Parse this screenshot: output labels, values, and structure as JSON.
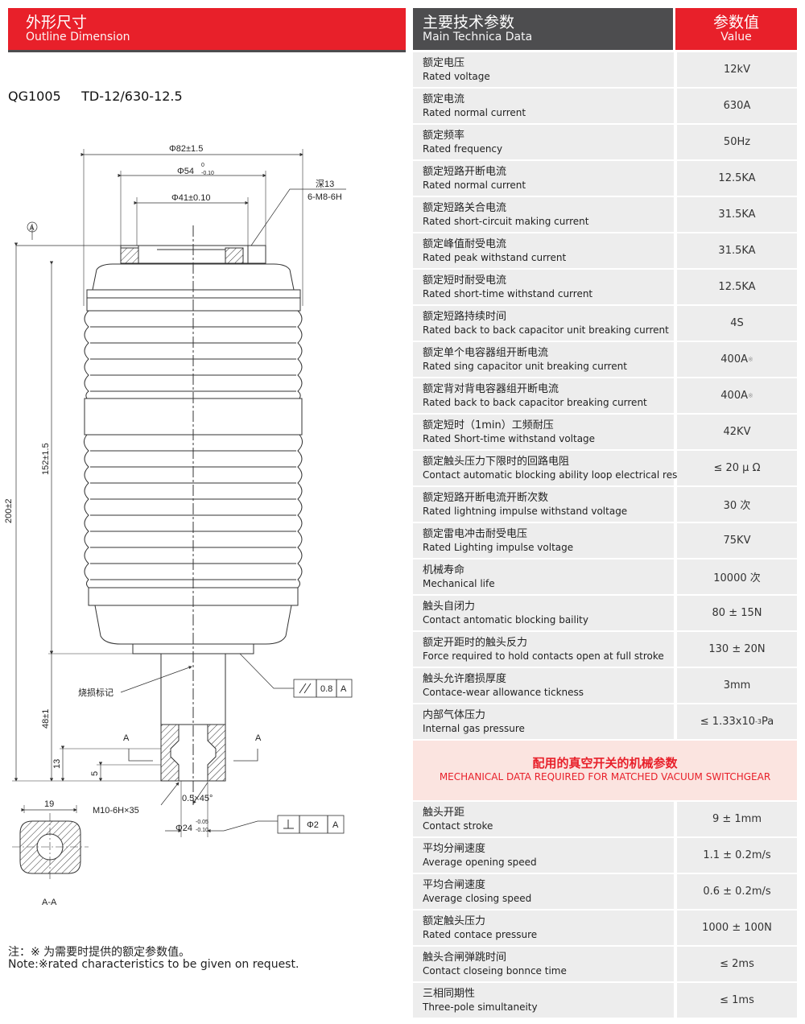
{
  "header_left": {
    "cn": "外形尺寸",
    "en": "Outline Dimension"
  },
  "header_main": {
    "cn": "主要技术参数",
    "en": "Main Technica Data"
  },
  "header_value": {
    "cn": "参数值",
    "en": "Value"
  },
  "model": "QG1005     TD-12/630-12.5",
  "drawing": {
    "d82": "Φ82±1.5",
    "d54": "Φ54",
    "d54_tol_up": "0",
    "d54_tol_down": "-0.10",
    "d41": "Φ41±0.10",
    "depth": "深13",
    "thread_top": "6-M8-6H",
    "datum": "A",
    "h200": "200±2",
    "h152": "152±1.5",
    "h48": "48±1",
    "h13": "13",
    "h5": "5",
    "wear_mark": "烧损标记",
    "parallel_value": "0.8",
    "parallel_datum": "A",
    "section_a": "A",
    "chamfer": "0.5×45°",
    "thread_bottom": "M10-6H×35",
    "d24": "Φ24",
    "d24_tol_up": "-0.05",
    "d24_tol_down": "-0.10",
    "perp_value": "Φ2",
    "perp_datum": "A",
    "w19": "19",
    "section_label": "A-A"
  },
  "note_cn": "注：※ 为需要时提供的额定参数值。",
  "note_en": "Note:※rated characteristics to be given on request.",
  "params": [
    {
      "cn": "额定电压",
      "en": "Rated voltage",
      "value": "12kV"
    },
    {
      "cn": "额定电流",
      "en": "Rated normal current",
      "value": "630A"
    },
    {
      "cn": "额定频率",
      "en": "Rated frequency",
      "value": "50Hz"
    },
    {
      "cn": "额定短路开断电流",
      "en": "Rated normal current",
      "value": "12.5KA"
    },
    {
      "cn": "额定短路关合电流",
      "en": "Rated short-circuit making current",
      "value": "31.5KA"
    },
    {
      "cn": "额定峰值耐受电流",
      "en": "Rated peak withstand current",
      "value": "31.5KA"
    },
    {
      "cn": "额定短时耐受电流",
      "en": "Rated short-time withstand current",
      "value": "12.5KA"
    },
    {
      "cn": "额定短路持续时间",
      "en": "Rated back to back capacitor unit breaking current",
      "value": "4S"
    },
    {
      "cn": "额定单个电容器组开断电流",
      "en": "Rated sing capacitor unit breaking current",
      "value": "400A",
      "mark": "※"
    },
    {
      "cn": "额定背对背电容器组开断电流",
      "en": "Rated back to back capacitor breaking current",
      "value": "400A",
      "mark": "※"
    },
    {
      "cn": "额定短时（1min）工频耐压",
      "en": "Rated Short-time withstand voltage",
      "value": "42KV"
    },
    {
      "cn": "额定触头压力下限时的回路电阻",
      "en": "Contact automatic blocking ability loop electrical resistance",
      "value": "≤ 20 μ  Ω"
    },
    {
      "cn": "额定短路开断电流开断次数",
      "en": "Rated lightning impulse withstand voltage",
      "value": "30 次"
    },
    {
      "cn": "额定雷电冲击耐受电压",
      "en": "Rated Lighting impulse  voltage",
      "value": "75KV"
    },
    {
      "cn": "机械寿命",
      "en": "Mechanical life",
      "value": "10000 次"
    },
    {
      "cn": "触头自闭力",
      "en": "Contact antomatic blocking baility",
      "value": "80 ± 15N"
    },
    {
      "cn": "额定开距时的触头反力",
      "en": "Force required to hold contacts open at full stroke",
      "value": "130 ± 20N"
    },
    {
      "cn": "触头允许磨损厚度",
      "en": "Contace-wear allowance tickness",
      "value": "3mm"
    },
    {
      "cn": "内部气体压力",
      "en": "Internal gas pressure",
      "value": "≤ 1.33x10",
      "exp": "-3",
      "unit": "Pa"
    }
  ],
  "section2": {
    "cn": "配用的真空开关的机械参数",
    "en": "MECHANICAL DATA REQUIRED FOR MATCHED VACUUM SWITCHGEAR"
  },
  "mech": [
    {
      "cn": "触头开距",
      "en": "Contact stroke",
      "value": "9 ± 1mm"
    },
    {
      "cn": "平均分闸速度",
      "en": "Average opening speed",
      "value": "1.1 ± 0.2m/s"
    },
    {
      "cn": "平均合闸速度",
      "en": "Average closing speed",
      "value": "0.6 ± 0.2m/s"
    },
    {
      "cn": "额定触头压力",
      "en": "Rated contace pressure",
      "value": "1000 ± 100N"
    },
    {
      "cn": "触头合闸弹跳时间",
      "en": "Contact closeing bonnce time",
      "value": "≤ 2ms"
    },
    {
      "cn": "三相同期性",
      "en": "Three-pole simultaneity",
      "value": "≤ 1ms"
    }
  ]
}
